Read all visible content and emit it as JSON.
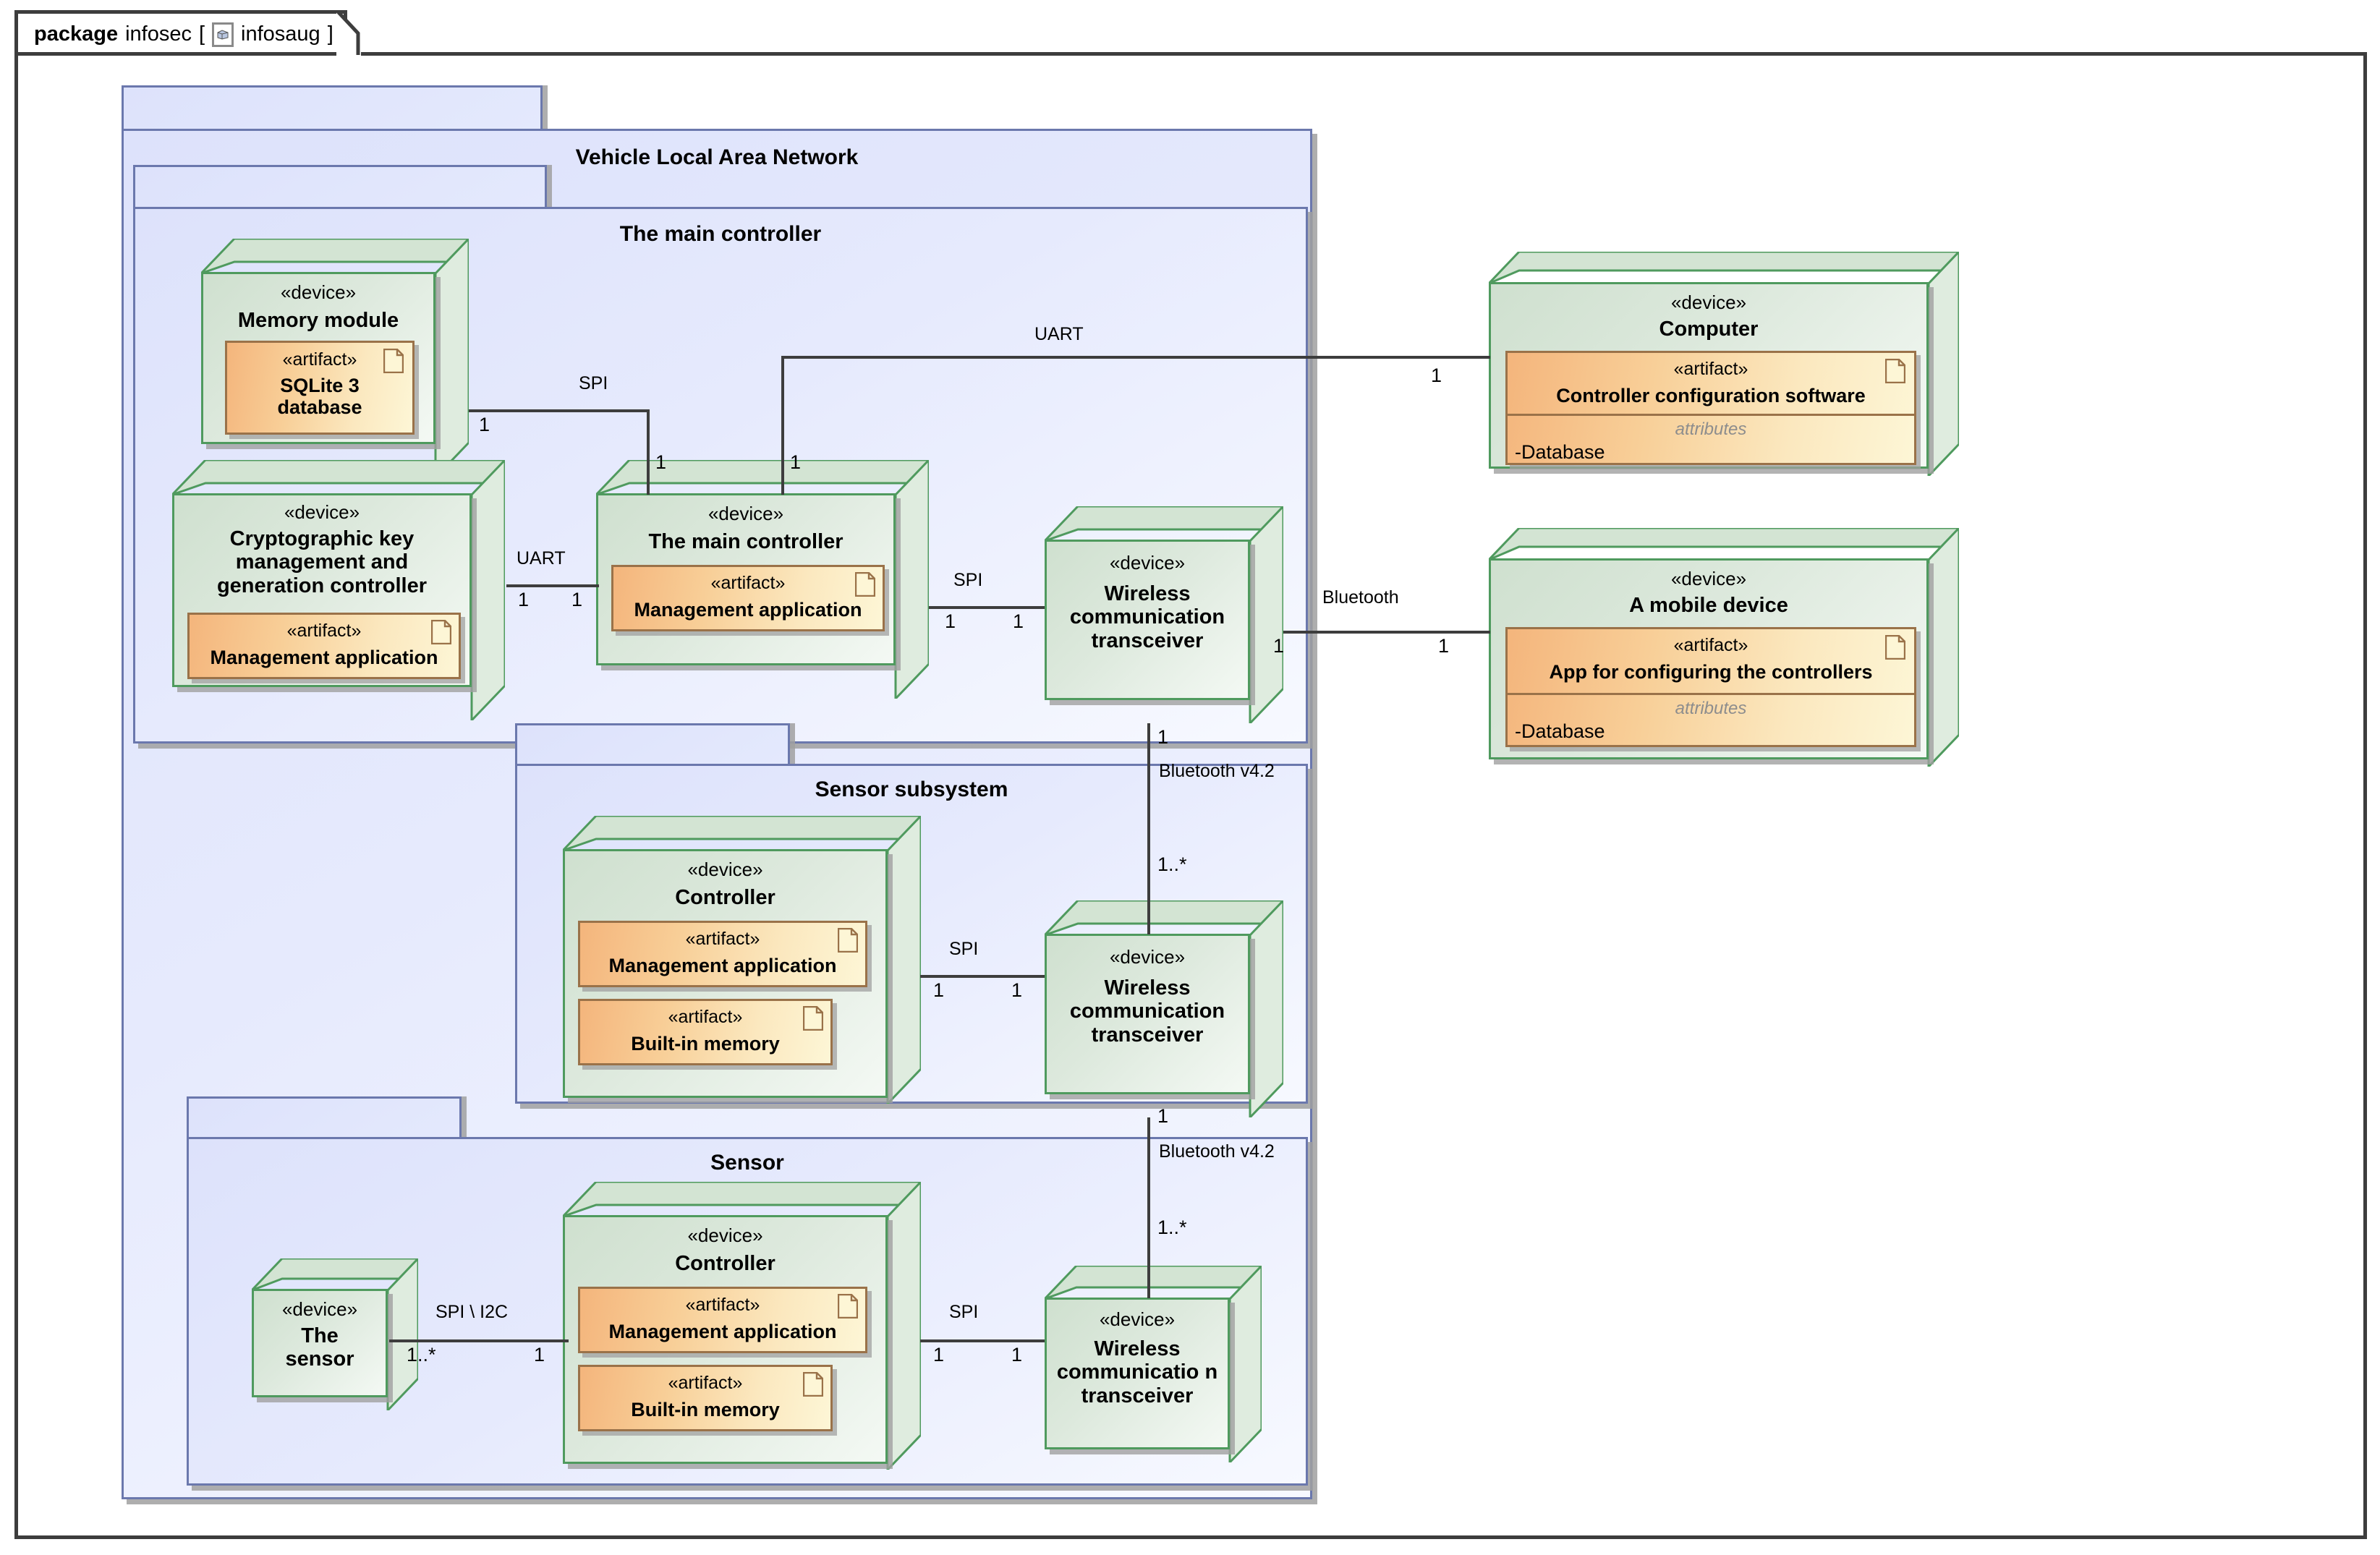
{
  "frame": {
    "keyword": "package",
    "name": "infosec",
    "bracket_open": "[",
    "diagram_icon": "cube-document-icon",
    "diagram_name": "infosaug",
    "bracket_close": "]"
  },
  "colors": {
    "package_border": "#6b78ad",
    "package_fill": "#e1e6fc",
    "device_border": "#4f9a5e",
    "device_fill": "#d4e4d4",
    "artifact_border": "#9a7249",
    "artifact_fill": "#f6c68c",
    "line": "#3d3d3d",
    "frame_border": "#3d3d3d"
  },
  "packages": [
    {
      "id": "vlan",
      "title": "Vehicle Local Area Network"
    },
    {
      "id": "mainctl",
      "title": "The main controller"
    },
    {
      "id": "sensorsub",
      "title": "Sensor subsystem"
    },
    {
      "id": "sensor",
      "title": "Sensor"
    }
  ],
  "stereotypes": {
    "device": "«device»",
    "artifact": "«artifact»",
    "attributes": "attributes"
  },
  "nodes": [
    {
      "id": "memory-module",
      "stereotype": "«device»",
      "name": "Memory module",
      "artifacts": [
        {
          "stereotype": "«artifact»",
          "name": "SQLite 3 database",
          "icon": "document-icon"
        }
      ]
    },
    {
      "id": "crypto-key-controller",
      "stereotype": "«device»",
      "name": "Cryptographic key management and generation controller",
      "artifacts": [
        {
          "stereotype": "«artifact»",
          "name": "Management application",
          "icon": "document-icon"
        }
      ]
    },
    {
      "id": "the-main-controller",
      "stereotype": "«device»",
      "name": "The main controller",
      "artifacts": [
        {
          "stereotype": "«artifact»",
          "name": "Management application",
          "icon": "document-icon"
        }
      ]
    },
    {
      "id": "wireless-transceiver-main",
      "stereotype": "«device»",
      "name": "Wireless communication transceiver",
      "artifacts": []
    },
    {
      "id": "computer",
      "stereotype": "«device»",
      "name": "Computer",
      "artifacts": [
        {
          "stereotype": "«artifact»",
          "name": "Controller configuration software",
          "icon": "document-icon",
          "attributes_header": "attributes",
          "attributes": [
            "-Database"
          ]
        }
      ]
    },
    {
      "id": "mobile-device",
      "stereotype": "«device»",
      "name": "A mobile device",
      "artifacts": [
        {
          "stereotype": "«artifact»",
          "name": "App for configuring the controllers",
          "icon": "document-icon",
          "attributes_header": "attributes",
          "attributes": [
            "-Database"
          ]
        }
      ]
    },
    {
      "id": "sensorsub-controller",
      "stereotype": "«device»",
      "name": "Controller",
      "artifacts": [
        {
          "stereotype": "«artifact»",
          "name": "Management application",
          "icon": "document-icon"
        },
        {
          "stereotype": "«artifact»",
          "name": "Built-in memory",
          "icon": "document-icon"
        }
      ]
    },
    {
      "id": "wireless-transceiver-sensorsub",
      "stereotype": "«device»",
      "name": "Wireless communication transceiver",
      "artifacts": []
    },
    {
      "id": "the-sensor",
      "stereotype": "«device»",
      "name": "The sensor",
      "artifacts": []
    },
    {
      "id": "sensor-controller",
      "stereotype": "«device»",
      "name": "Controller",
      "artifacts": [
        {
          "stereotype": "«artifact»",
          "name": "Management application",
          "icon": "document-icon"
        },
        {
          "stereotype": "«artifact»",
          "name": "Built-in memory",
          "icon": "document-icon"
        }
      ]
    },
    {
      "id": "wireless-transceiver-sensor",
      "stereotype": "«device»",
      "name": "Wireless communicatio n transceiver",
      "artifacts": []
    }
  ],
  "connections": [
    {
      "id": "memory-to-main",
      "label": "SPI",
      "from_mult": "1",
      "to_mult": "1"
    },
    {
      "id": "crypto-to-main",
      "label": "UART",
      "from_mult": "1",
      "to_mult": "1"
    },
    {
      "id": "main-to-computer",
      "label": "UART",
      "from_mult": "1",
      "to_mult": "1"
    },
    {
      "id": "main-to-transceiver",
      "label": "SPI",
      "from_mult": "1",
      "to_mult": "1"
    },
    {
      "id": "transceiver-to-mobile",
      "label": "Bluetooth",
      "from_mult": "1",
      "to_mult": "1"
    },
    {
      "id": "transceiver-main-to-sub",
      "label": "Bluetooth v4.2",
      "from_mult": "1",
      "to_mult": "1..*"
    },
    {
      "id": "subctl-to-subtrans",
      "label": "SPI",
      "from_mult": "1",
      "to_mult": "1"
    },
    {
      "id": "subtrans-to-sensortrans",
      "label": "Bluetooth v4.2",
      "from_mult": "1",
      "to_mult": "1..*"
    },
    {
      "id": "sensor-to-sensorctl",
      "label": "SPI \\ I2C",
      "from_mult": "1..*",
      "to_mult": "1"
    },
    {
      "id": "sensorctl-to-sensortrans",
      "label": "SPI",
      "from_mult": "1",
      "to_mult": "1"
    }
  ]
}
